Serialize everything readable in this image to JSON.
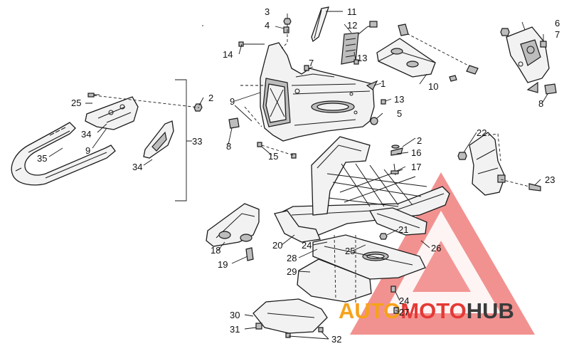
{
  "watermark": {
    "word_a": "AUTO",
    "word_b": "MOTO",
    "word_c": "HUB",
    "colors": {
      "triangle": "#e53935",
      "auto": "#f6a21a",
      "moto": "#e53935",
      "hub": "#3b3b3b"
    }
  },
  "callouts": [
    {
      "id": "c1",
      "text": "1"
    },
    {
      "id": "c2a",
      "text": "2"
    },
    {
      "id": "c2b",
      "text": "2"
    },
    {
      "id": "c3",
      "text": "3"
    },
    {
      "id": "c4",
      "text": "4"
    },
    {
      "id": "c5",
      "text": "5"
    },
    {
      "id": "c6",
      "text": "6"
    },
    {
      "id": "c7a",
      "text": "7"
    },
    {
      "id": "c7b",
      "text": "7"
    },
    {
      "id": "c8a",
      "text": "8"
    },
    {
      "id": "c8b",
      "text": "8"
    },
    {
      "id": "c9a",
      "text": "9"
    },
    {
      "id": "c9b",
      "text": "9"
    },
    {
      "id": "c10",
      "text": "10"
    },
    {
      "id": "c11",
      "text": "11"
    },
    {
      "id": "c12",
      "text": "12"
    },
    {
      "id": "c13a",
      "text": "13"
    },
    {
      "id": "c13b",
      "text": "13"
    },
    {
      "id": "c14",
      "text": "14"
    },
    {
      "id": "c15",
      "text": "15"
    },
    {
      "id": "c16",
      "text": "16"
    },
    {
      "id": "c17",
      "text": "17"
    },
    {
      "id": "c18",
      "text": "18"
    },
    {
      "id": "c19",
      "text": "19"
    },
    {
      "id": "c20",
      "text": "20"
    },
    {
      "id": "c21",
      "text": "21"
    },
    {
      "id": "c22",
      "text": "22"
    },
    {
      "id": "c23",
      "text": "23"
    },
    {
      "id": "c24a",
      "text": "24"
    },
    {
      "id": "c24b",
      "text": "24"
    },
    {
      "id": "c25a",
      "text": "25"
    },
    {
      "id": "c25b",
      "text": "25"
    },
    {
      "id": "c26",
      "text": "26"
    },
    {
      "id": "c27",
      "text": "27"
    },
    {
      "id": "c28",
      "text": "28"
    },
    {
      "id": "c29",
      "text": "29"
    },
    {
      "id": "c30",
      "text": "30"
    },
    {
      "id": "c31",
      "text": "31"
    },
    {
      "id": "c32",
      "text": "32"
    },
    {
      "id": "c33",
      "text": "33"
    },
    {
      "id": "c34a",
      "text": "34"
    },
    {
      "id": "c34b",
      "text": "34"
    },
    {
      "id": "c35",
      "text": "35"
    }
  ]
}
